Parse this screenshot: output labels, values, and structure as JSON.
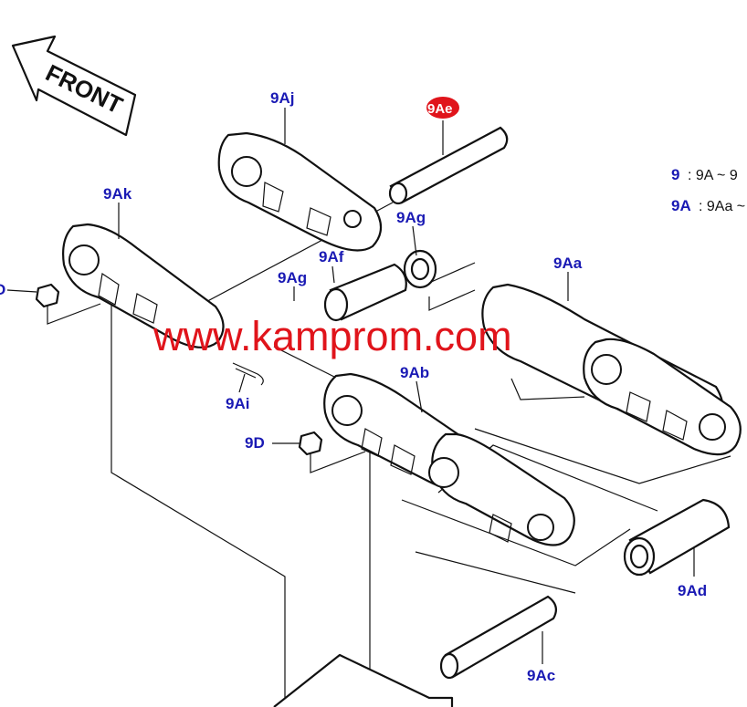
{
  "diagram": {
    "direction_label": "FRONT",
    "watermark": "www.kamprom.com",
    "selected_color": "#e0141b",
    "label_color": "#1a1ab4",
    "parts": [
      {
        "id": "9Aj",
        "text": "9Aj"
      },
      {
        "id": "9Ae",
        "text": "9Ae",
        "selected": true
      },
      {
        "id": "9Ak",
        "text": "9Ak"
      },
      {
        "id": "9Ag_top",
        "text": "9Ag"
      },
      {
        "id": "9Af",
        "text": "9Af"
      },
      {
        "id": "9Ag_mid",
        "text": "9Ag"
      },
      {
        "id": "9Aa",
        "text": "9Aa"
      },
      {
        "id": "9Ai",
        "text": "9Ai"
      },
      {
        "id": "9Ab",
        "text": "9Ab"
      },
      {
        "id": "9D",
        "text": "9D"
      },
      {
        "id": "9D_left",
        "text": "D"
      },
      {
        "id": "9Ad",
        "text": "9Ad"
      },
      {
        "id": "9Ac",
        "text": "9Ac"
      }
    ],
    "legend": [
      {
        "key": "9",
        "value": ": 9A ~ 9"
      },
      {
        "key": "9A",
        "value": ": 9Aa ~"
      }
    ]
  }
}
